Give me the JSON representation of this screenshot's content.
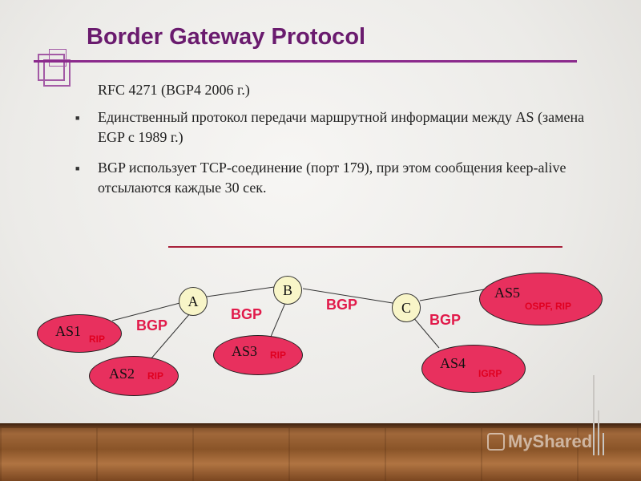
{
  "slide": {
    "title": "Border Gateway Protocol",
    "rfc_line": "RFC 4271 (BGP4 2006 г.)",
    "bullets": [
      "Единственный протокол передачи маршрутной информации между AS (замена EGP с 1989 г.)",
      "BGP использует TCP-соединение (порт 179), при этом сообщения keep-alive отсылаются каждые 30 сек."
    ],
    "bullet_marker": "■"
  },
  "diagram": {
    "routers": [
      {
        "id": "A",
        "label": "A"
      },
      {
        "id": "B",
        "label": "B"
      },
      {
        "id": "C",
        "label": "C"
      }
    ],
    "systems": [
      {
        "id": "AS1",
        "label": "AS1",
        "protocol": "RIP"
      },
      {
        "id": "AS2",
        "label": "AS2",
        "protocol": "RIP"
      },
      {
        "id": "AS3",
        "label": "AS3",
        "protocol": "RIP"
      },
      {
        "id": "AS4",
        "label": "AS4",
        "protocol": "IGRP"
      },
      {
        "id": "AS5",
        "label": "AS5",
        "protocol": "OSPF, RIP"
      }
    ],
    "bgp_labels": [
      "BGP",
      "BGP",
      "BGP",
      "BGP"
    ],
    "colors": {
      "system_fill": "#e8305e",
      "router_fill": "#f8f5c8",
      "bgp_text": "#e11a4a",
      "protocol_text": "#e00020",
      "title": "#6a1b6e"
    }
  },
  "watermark": {
    "text": "MyShared"
  }
}
